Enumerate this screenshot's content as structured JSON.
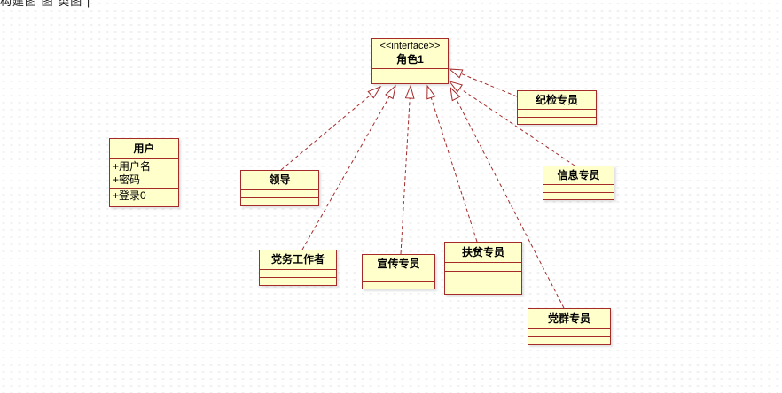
{
  "header": {
    "clipped_text": "构建图 图 类图 |"
  },
  "colors": {
    "box_fill": "#FFFFCC",
    "box_border": "#A52A2A",
    "edge_line": "#A52A2A",
    "grid_dot": "#E7E7E7",
    "text": "#000000"
  },
  "diagram": {
    "interface": {
      "stereotype": "<<interface>>",
      "name": "角色1"
    },
    "user_class": {
      "name": "用户",
      "attributes": [
        "+用户名",
        "+密码"
      ],
      "operations": [
        "+登录0"
      ]
    },
    "classes": [
      {
        "name": "领导"
      },
      {
        "name": "纪检专员"
      },
      {
        "name": "信息专员"
      },
      {
        "name": "党务工作者"
      },
      {
        "name": "宣传专员"
      },
      {
        "name": "扶贫专员"
      },
      {
        "name": "党群专员"
      }
    ],
    "relations": [
      {
        "from": "领导",
        "to": "角色1",
        "type": "realization"
      },
      {
        "from": "党务工作者",
        "to": "角色1",
        "type": "realization"
      },
      {
        "from": "宣传专员",
        "to": "角色1",
        "type": "realization"
      },
      {
        "from": "扶贫专员",
        "to": "角色1",
        "type": "realization"
      },
      {
        "from": "党群专员",
        "to": "角色1",
        "type": "realization"
      },
      {
        "from": "信息专员",
        "to": "角色1",
        "type": "realization"
      },
      {
        "from": "纪检专员",
        "to": "角色1",
        "type": "realization"
      }
    ]
  }
}
